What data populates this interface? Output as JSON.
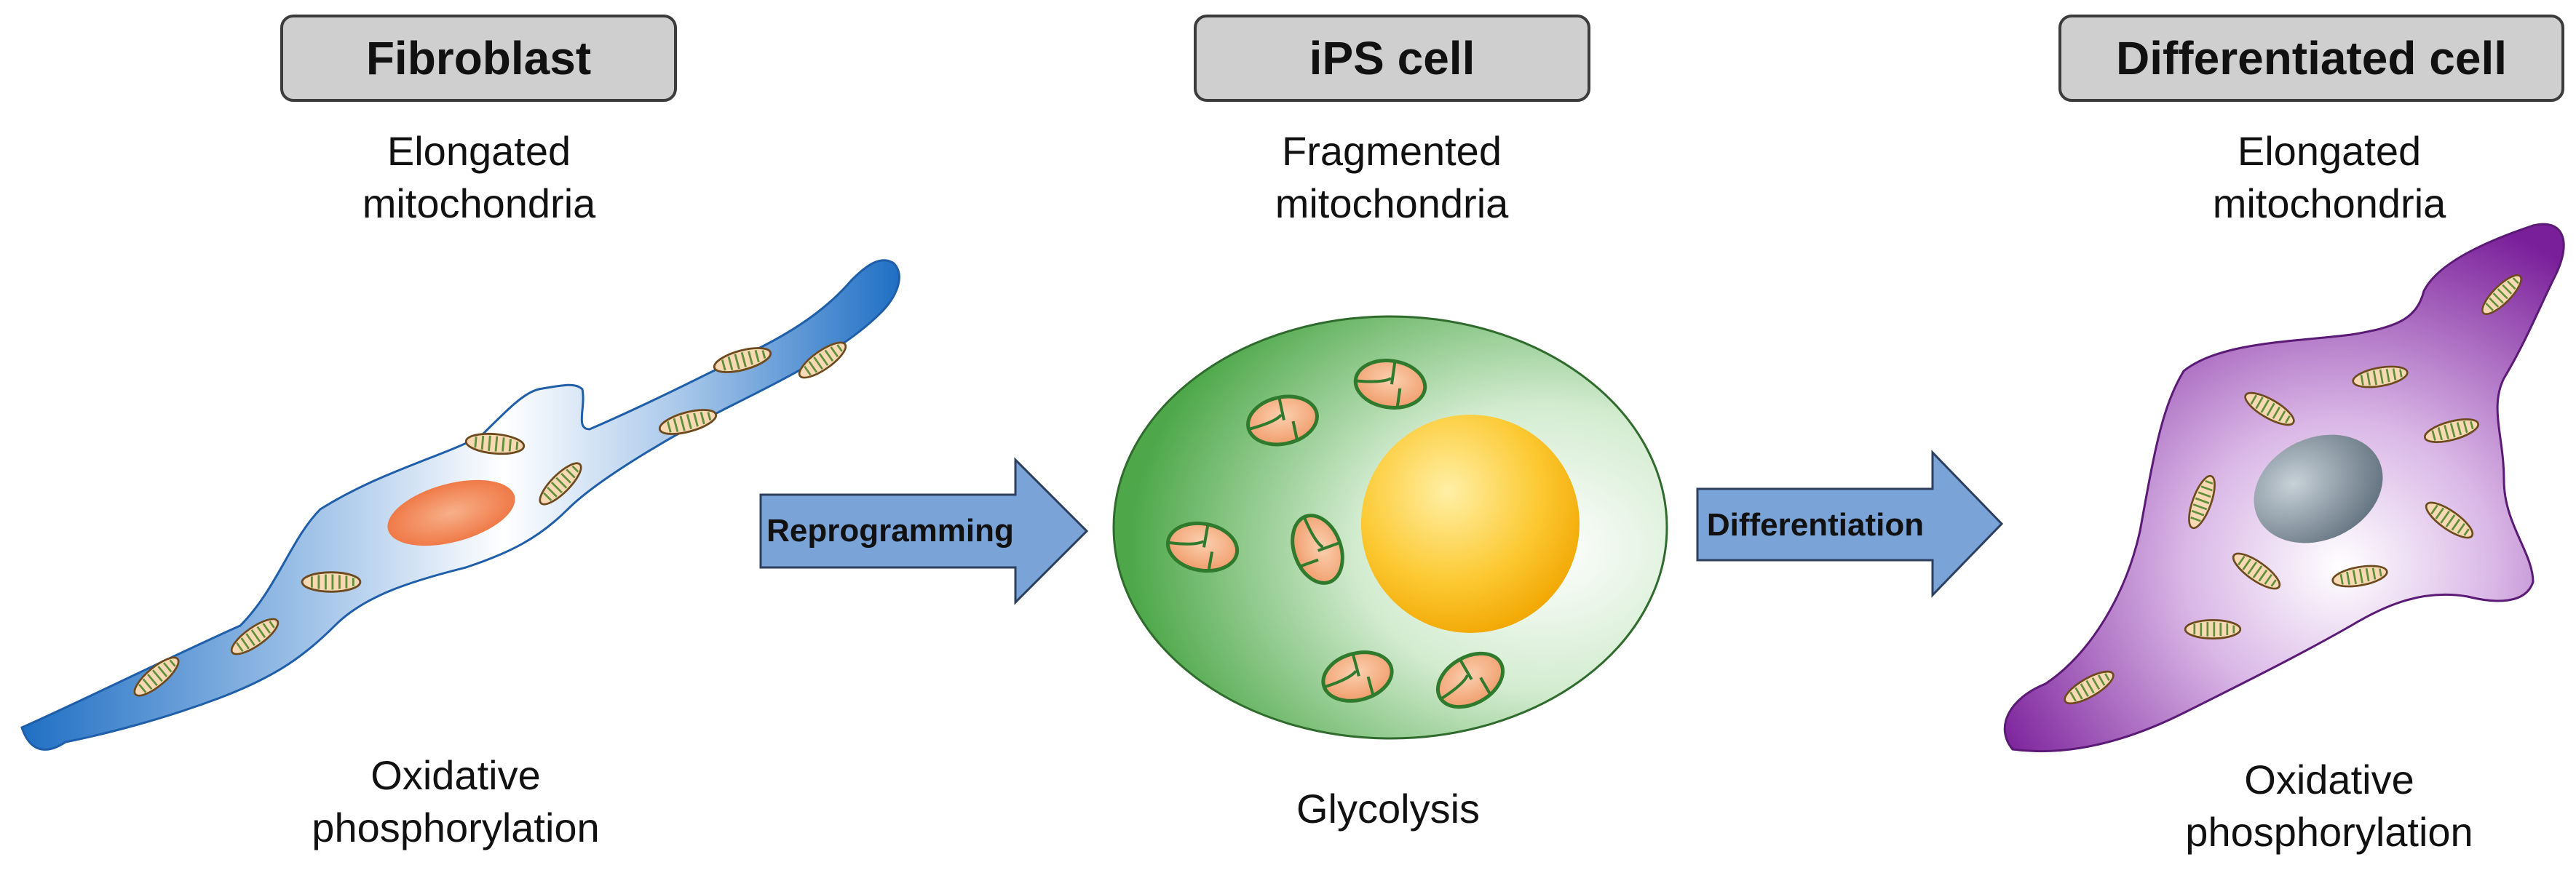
{
  "stages": [
    {
      "title": "Fibroblast",
      "top_caption": [
        "Elongated",
        "mitochondria"
      ],
      "bottom_caption": [
        "Oxidative",
        "phosphorylation"
      ]
    },
    {
      "title": "iPS cell",
      "top_caption": [
        "Fragmented",
        "mitochondria"
      ],
      "bottom_caption": [
        "Glycolysis"
      ]
    },
    {
      "title": "Differentiated cell",
      "top_caption": [
        "Elongated",
        "mitochondria"
      ],
      "bottom_caption": [
        "Oxidative",
        "phosphorylation"
      ]
    }
  ],
  "arrows": [
    {
      "label": "Reprogramming"
    },
    {
      "label": "Differentiation"
    }
  ],
  "colors": {
    "fibroblast": "#1f6fc4",
    "ips_cell": "#4ea84a",
    "ips_nucleus": "#f5b800",
    "differentiated": "#7a1f9a",
    "differentiated_nucleus": "#6f7f8c",
    "arrow_fill": "#7aa3d8",
    "mito_fill": "#f3a878",
    "title_box": "#d0cfcf"
  }
}
